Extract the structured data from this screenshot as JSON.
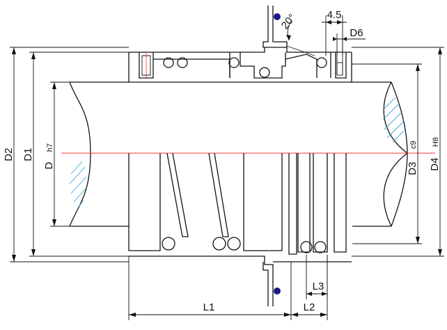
{
  "labels": {
    "d2": "D2",
    "d1": "D1",
    "d": "D",
    "d_tol": "h7",
    "d3": "D3",
    "d3_tol": "c9",
    "d4": "D4",
    "d4_tol": "H8",
    "l1": "L1",
    "l2": "L2",
    "l3": "L3",
    "d6": "D6",
    "gap": "4.5",
    "angle": "20°"
  },
  "colors": {
    "centerline": "#ff3030",
    "hatch": "#3aa8d8",
    "ring_mark": "#1a1a8a",
    "line": "#111111"
  }
}
